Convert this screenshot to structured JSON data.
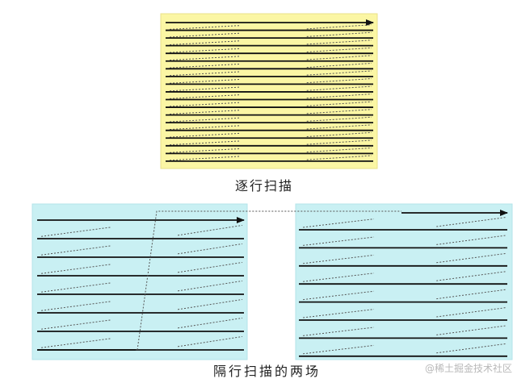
{
  "captions": {
    "progressive": "逐行扫描",
    "interlaced": "隔行扫描的两场"
  },
  "watermark": "@稀土掘金技术社区",
  "colors": {
    "progressive_bg": "#fbf6a4",
    "interlaced_bg": "#c9f0f3",
    "scan_line": "#111111",
    "retrace_line": "#555555",
    "watermark": "#b8b8b8"
  },
  "panels": {
    "progressive": {
      "scan_lines": 19,
      "retrace_style": "dotted"
    },
    "field_1": {
      "scan_lines": 8,
      "retrace_style": "dotted"
    },
    "field_2": {
      "scan_lines": 8,
      "retrace_style": "dotted"
    }
  },
  "icons": {
    "scan_arrow": "arrow-right-icon"
  }
}
